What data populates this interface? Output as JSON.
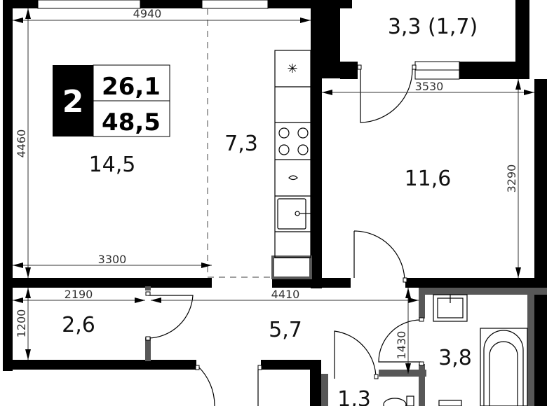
{
  "apartment": {
    "rooms_count": "2",
    "living_area": "26,1",
    "total_area": "48,5"
  },
  "rooms": [
    {
      "id": "living-room",
      "area": "14,5"
    },
    {
      "id": "kitchen",
      "area": "7,3"
    },
    {
      "id": "balcony",
      "area": "3,3 (1,7)"
    },
    {
      "id": "bedroom",
      "area": "11,6"
    },
    {
      "id": "hall-closet",
      "area": "2,6"
    },
    {
      "id": "corridor",
      "area": "5,7"
    },
    {
      "id": "bathroom",
      "area": "3,8"
    },
    {
      "id": "toilet",
      "area": "1,3"
    }
  ],
  "dimensions": {
    "living_width_top": "4940",
    "living_height": "4460",
    "living_width_bottom": "3300",
    "bedroom_width": "3530",
    "bedroom_height": "3290",
    "closet_width": "2190",
    "closet_height": "1200",
    "corridor_length": "4410",
    "bath_door_height": "1430"
  },
  "colors": {
    "wall": "#000000",
    "partition": "#575757",
    "background": "#ffffff"
  }
}
